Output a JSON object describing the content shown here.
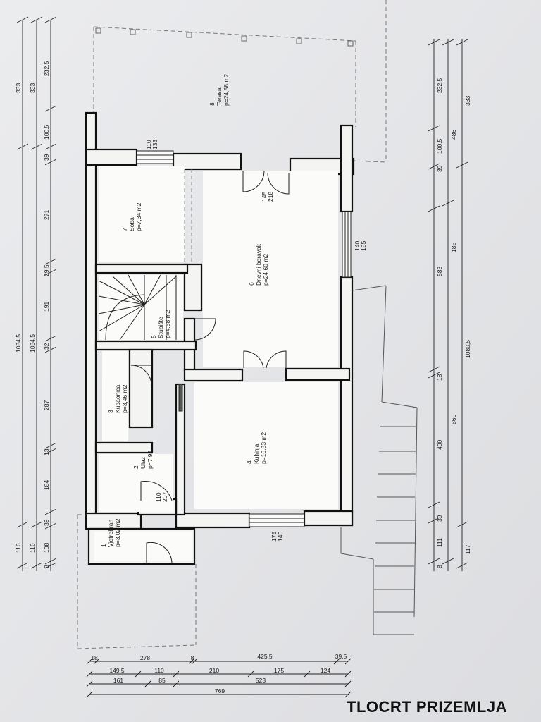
{
  "title": "TLOCRT PRIZEMLJA",
  "rooms": [
    {
      "num": "1",
      "name": "Vjetrobran",
      "area": "p=3,02 m2"
    },
    {
      "num": "2",
      "name": "Ulaz",
      "area": "p=7,92"
    },
    {
      "num": "3",
      "name": "Kupaonica",
      "area": "p=3,46 m2"
    },
    {
      "num": "4",
      "name": "Kuhinja",
      "area": "p=16,83 m2"
    },
    {
      "num": "5",
      "name": "Stubište",
      "area": "p=4,58 m2"
    },
    {
      "num": "6",
      "name": "Dnevni boravak",
      "area": "p=24,60 m2"
    },
    {
      "num": "7",
      "name": "Soba",
      "area": "p=7,34 m2"
    },
    {
      "num": "8",
      "name": "Terasa",
      "area": "p=24,58 m2"
    }
  ],
  "openings": [
    {
      "w": "110",
      "h": "133"
    },
    {
      "w": "145",
      "h": "218"
    },
    {
      "w": "140",
      "h": "185"
    },
    {
      "w": "110",
      "h": "207"
    },
    {
      "w": "175",
      "h": "140"
    }
  ],
  "dims_left_outer": [
    "333",
    "1084,5",
    "116"
  ],
  "dims_left_mid": [
    "333",
    "1084,5",
    "116"
  ],
  "dims_left_inner": [
    "232,5",
    "100,5",
    "39",
    "271",
    "29,5",
    "191",
    "32",
    "287",
    "13",
    "184",
    "39",
    "108",
    "8"
  ],
  "dims_right_inner": [
    "232,5",
    "100,5",
    "39",
    "185",
    "583",
    "18",
    "400",
    "39",
    "111",
    "8"
  ],
  "dims_right_mid": [
    "486",
    "860"
  ],
  "dims_right_outer": [
    "333",
    "1080,5",
    "117"
  ],
  "dims_bottom_row1": [
    "18",
    "278",
    "8",
    "425,5",
    "39,5"
  ],
  "dims_bottom_row2": [
    "149,5",
    "110",
    "210",
    "175",
    "124"
  ],
  "dims_bottom_row3": [
    "161",
    "85",
    "523"
  ],
  "dims_bottom_row4": [
    "769"
  ]
}
